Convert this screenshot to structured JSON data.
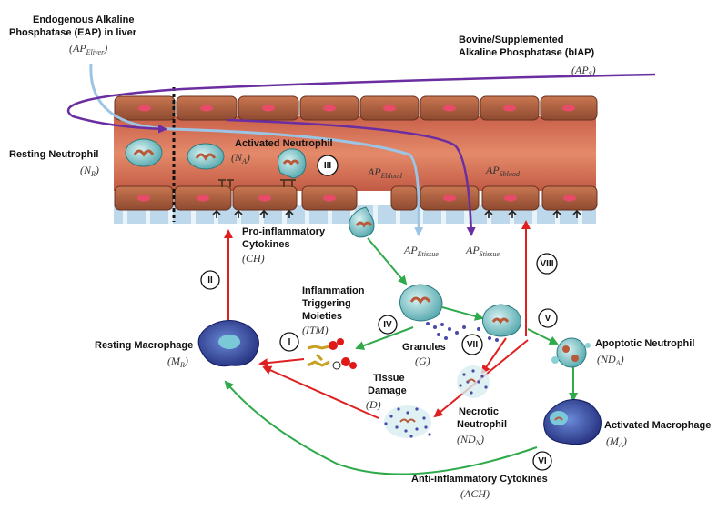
{
  "labels": {
    "eap_1": "Endogenous Alkaline",
    "eap_2": "Phosphatase (EAP) in liver",
    "biap_1": "Bovine/Supplemented",
    "biap_2": "Alkaline Phosphatase (bIAP)",
    "resting_neutrophil": "Resting Neutrophil",
    "activated_neutrophil": "Activated Neutrophil",
    "pro_cyt_1": "Pro-inflammatory",
    "pro_cyt_2": "Cytokines",
    "itm_1": "Inflammation",
    "itm_2": "Triggering",
    "itm_3": "Moieties",
    "granules": "Granules",
    "resting_macrophage": "Resting Macrophage",
    "tissue_1": "Tissue",
    "tissue_2": "Damage",
    "necrotic_1": "Necrotic",
    "necrotic_2": "Neutrophil",
    "apoptotic": "Apoptotic Neutrophil",
    "activated_macrophage": "Activated Macrophage",
    "anti_cyt": "Anti-inflammatory Cytokines"
  },
  "symbols": {
    "ap_eliver": {
      "main": "AP",
      "sub": "Eliver"
    },
    "ap_s": {
      "main": "AP",
      "sub": "S"
    },
    "n_r": {
      "main": "N",
      "sub": "R"
    },
    "n_a": {
      "main": "N",
      "sub": "A"
    },
    "ap_eblood": {
      "main": "AP",
      "sub": "Eblood"
    },
    "ap_sblood": {
      "main": "AP",
      "sub": "Sblood"
    },
    "ap_etissue": {
      "main": "AP",
      "sub": "Etissue"
    },
    "ap_stissue": {
      "main": "AP",
      "sub": "Stissue"
    },
    "ch": {
      "main": "CH",
      "sub": ""
    },
    "itm": {
      "main": "ITM",
      "sub": ""
    },
    "g": {
      "main": "G",
      "sub": ""
    },
    "m_r": {
      "main": "M",
      "sub": "R"
    },
    "d": {
      "main": "D",
      "sub": ""
    },
    "nd_n": {
      "main": "ND",
      "sub": "N"
    },
    "nd_a": {
      "main": "ND",
      "sub": "A"
    },
    "m_a": {
      "main": "M",
      "sub": "A"
    },
    "ach": {
      "main": "ACH",
      "sub": ""
    }
  },
  "roman": {
    "r1": "I",
    "r2": "II",
    "r3": "III",
    "r4": "IV",
    "r5": "V",
    "r6": "VI",
    "r7": "VII",
    "r8": "VIII"
  },
  "colors": {
    "vessel": "#d9765a",
    "cell": "#a65a3c",
    "red_arrow": "#e02020",
    "green_arrow": "#2eaa4a",
    "purple_arrow": "#6a2ea0",
    "blue_arrow": "#9cc4e4",
    "neutrophil": "#7ecbcf",
    "macrophage": "#2a3a9a"
  }
}
